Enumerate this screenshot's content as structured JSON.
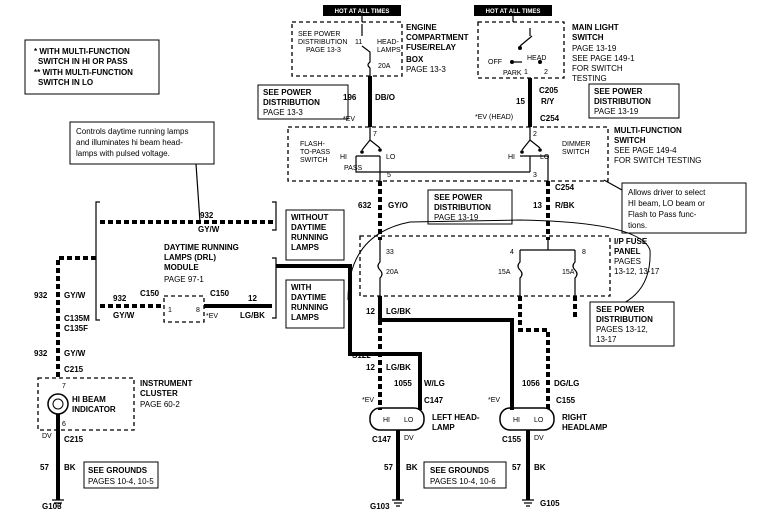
{
  "hot_left": "HOT AT ALL TIMES",
  "hot_right": "HOT AT ALL TIMES",
  "legend": [
    "*  WITH MULTI-FUNCTION",
    "SWITCH IN HI OR PASS",
    "**  WITH MULTI-FUNCTION",
    "SWITCH IN LO"
  ],
  "fuse_box_note": [
    "SEE POWER",
    "DISTRIBUTION",
    "PAGE 13-3"
  ],
  "fuse_box_title": [
    "ENGINE",
    "COMPARTMENT",
    "FUSE/RELAY",
    "BOX",
    "PAGE 13-3"
  ],
  "fuse_box_pin": "11",
  "fuse_box_fuse": "20A",
  "headlamps_label": [
    "HEAD-",
    "LAMPS"
  ],
  "main_switch_title": [
    "MAIN LIGHT",
    "SWITCH",
    "PAGE 13-19",
    "SEE PAGE 149-1",
    "FOR SWITCH",
    "TESTING"
  ],
  "main_switch_labels": {
    "off": "OFF",
    "park": "PARK",
    "head": "HEAD",
    "p1": "1",
    "p2": "2"
  },
  "power_dist_left": [
    "SEE POWER",
    "DISTRIBUTION",
    "PAGE 13-3"
  ],
  "power_dist_right": [
    "SEE POWER",
    "DISTRIBUTION",
    "PAGE 13-19"
  ],
  "wire_196": "196",
  "wire_db_o": "DB/O",
  "wire_15": "15",
  "wire_r_y": "R/Y",
  "conn_c205": "C205",
  "conn_c254a": "C254",
  "conn_c254b": "C254",
  "ev_label": "*EV",
  "ev_head_label": "*EV (HEAD)",
  "mfs_title": [
    "MULTI-FUNCTION",
    "SWITCH",
    "SEE PAGE 149-4",
    "FOR SWITCH TESTING"
  ],
  "mfs_flash": [
    "FLASH-",
    "TO-PASS",
    "SWITCH"
  ],
  "mfs_dimmer": [
    "DIMMER",
    "SWITCH"
  ],
  "mfs_hi": "HI",
  "mfs_lo": "LO",
  "mfs_pass": "PASS",
  "mfs_pins": [
    "7",
    "2",
    "5",
    "3"
  ],
  "drl_note": [
    "Controls daytime running lamps",
    "and illuminates hi beam head-",
    "lamps with pulsed voltage."
  ],
  "switch_note": [
    "Allows driver to select",
    "HI beam, LO beam or",
    "Flash to Pass func-",
    "tions."
  ],
  "wire_632": "632",
  "wire_gy_o": "GY/O",
  "wire_13": "13",
  "wire_r_bk": "R/BK",
  "power_dist_mid": [
    "SEE POWER",
    "DISTRIBUTION",
    "PAGE 13-19"
  ],
  "ip_fuse_title": [
    "I/P FUSE",
    "PANEL",
    "PAGES",
    "13-12, 13-17"
  ],
  "fuse_pins": [
    "33",
    "4",
    "8"
  ],
  "fuse_ratings": [
    "20A",
    "15A",
    "15A"
  ],
  "wire_932": "932",
  "wire_gy_w": "GY/W",
  "drl_module": [
    "DAYTIME RUNNING",
    "LAMPS (DRL)",
    "MODULE",
    "PAGE 97-1"
  ],
  "without_drl": [
    "WITHOUT",
    "DAYTIME",
    "RUNNING",
    "LAMPS"
  ],
  "with_drl": [
    "WITH",
    "DAYTIME",
    "RUNNING",
    "LAMPS"
  ],
  "conn_c150a": "C150",
  "conn_c150b": "C150",
  "drl_pin1": "1",
  "drl_pin8": "8",
  "wire_12": "12",
  "wire_lg_bk": "LG/BK",
  "conn_c135m": "C135M",
  "conn_c135f": "C135F",
  "conn_c215a": "C215",
  "conn_c215b": "C215",
  "cluster_title": [
    "INSTRUMENT",
    "CLUSTER",
    "PAGE 60-2"
  ],
  "hi_beam_ind": [
    "HI BEAM",
    "INDICATOR"
  ],
  "ind_pins": [
    "7",
    "6"
  ],
  "dv": "DV",
  "power_dist_lower": [
    "SEE POWER",
    "DISTRIBUTION",
    "PAGES 13-12,",
    "13-17"
  ],
  "splice_s122": "S122",
  "wire_1055": "1055",
  "wire_w_lg": "W/LG",
  "wire_1056": "1056",
  "wire_dg_lg": "DG/LG",
  "conn_c147a": "C147",
  "conn_c147b": "C147",
  "conn_c155a": "C155",
  "conn_c155b": "C155",
  "left_headlamp": [
    "LEFT HEAD-",
    "LAMP"
  ],
  "right_headlamp": [
    "RIGHT",
    "HEADLAMP"
  ],
  "lamp_hi": "HI",
  "lamp_lo": "LO",
  "wire_57": "57",
  "wire_bk": "BK",
  "grounds": [
    "SEE  GROUNDS",
    "PAGES 10-4, 10-5"
  ],
  "grounds_mid": [
    "SEE  GROUNDS",
    "PAGES 10-4, 10-6"
  ],
  "g103a": "G103",
  "g103b": "G103",
  "g105": "G105"
}
